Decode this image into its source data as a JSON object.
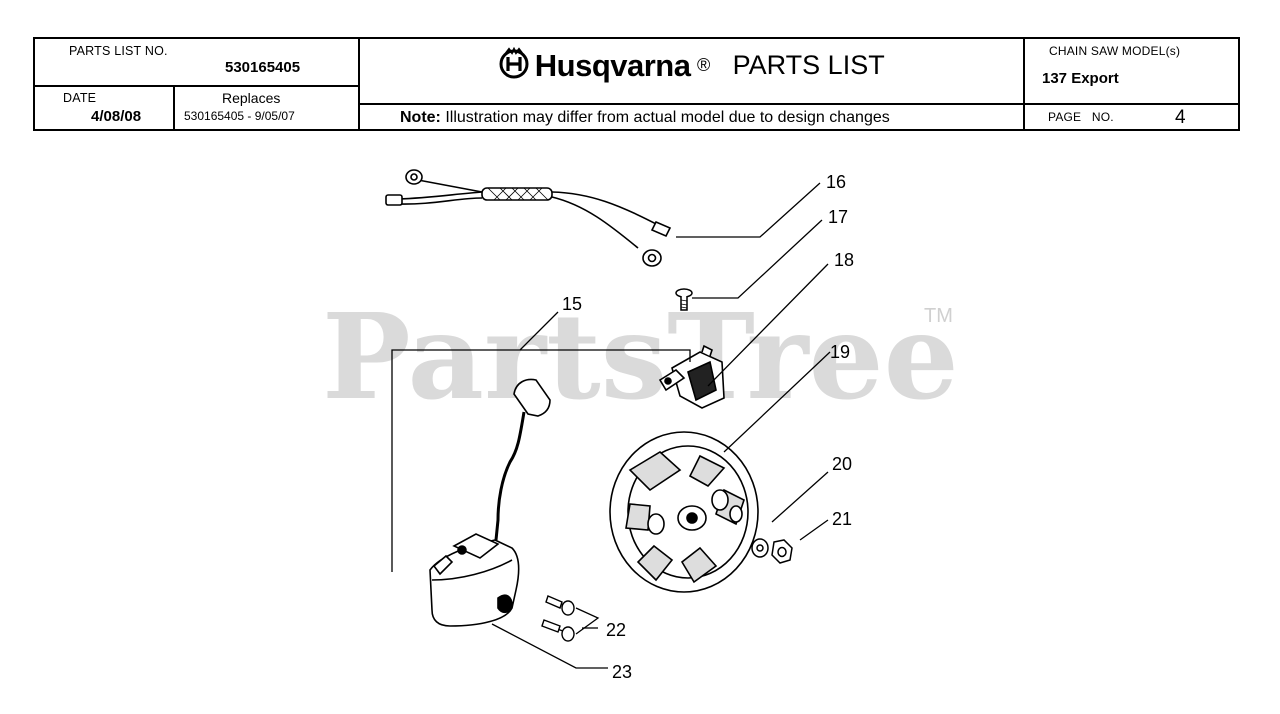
{
  "header": {
    "parts_list_no_label": "PARTS LIST NO.",
    "parts_list_no": "530165405",
    "date_label": "DATE",
    "date": "4/08/08",
    "replaces_label": "Replaces",
    "replaces": "530165405 - 9/05/07",
    "brand": "Husqvarna",
    "registered_mark": "®",
    "title": "PARTS LIST",
    "note_label": "Note:",
    "note_text": "Illustration may differ from actual model due to design changes",
    "model_label": "CHAIN SAW MODEL(s)",
    "model": "137 Export",
    "page_label": "PAGE   NO.",
    "page_no": "4"
  },
  "watermark": {
    "text": "PartsTree",
    "tm": "TM"
  },
  "callouts": {
    "c15": "15",
    "c16": "16",
    "c17": "17",
    "c18": "18",
    "c19": "19",
    "c20": "20",
    "c21": "21",
    "c22": "22",
    "c23": "23"
  }
}
